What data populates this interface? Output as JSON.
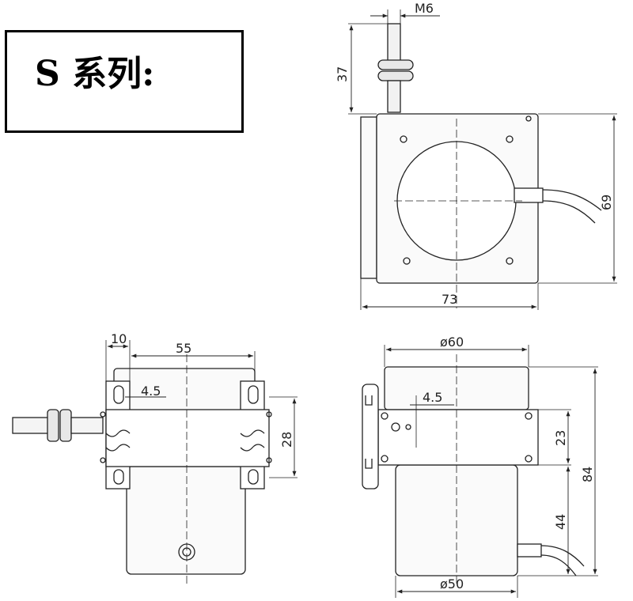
{
  "title": "S 系列:",
  "top_view": {
    "thread_label": "M6",
    "height_cable_label": "37",
    "height_label": "69",
    "width_label": "73"
  },
  "left_view": {
    "flange_label": "10",
    "hole_spacing_label": "55",
    "slot_label": "4.5",
    "mount_height_label": "28"
  },
  "right_view": {
    "top_diameter_label": "ø60",
    "hole_label": "4.5",
    "plate_height_label": "23",
    "lower_height_label": "44",
    "total_height_label": "84",
    "bottom_diameter_label": "ø50"
  }
}
